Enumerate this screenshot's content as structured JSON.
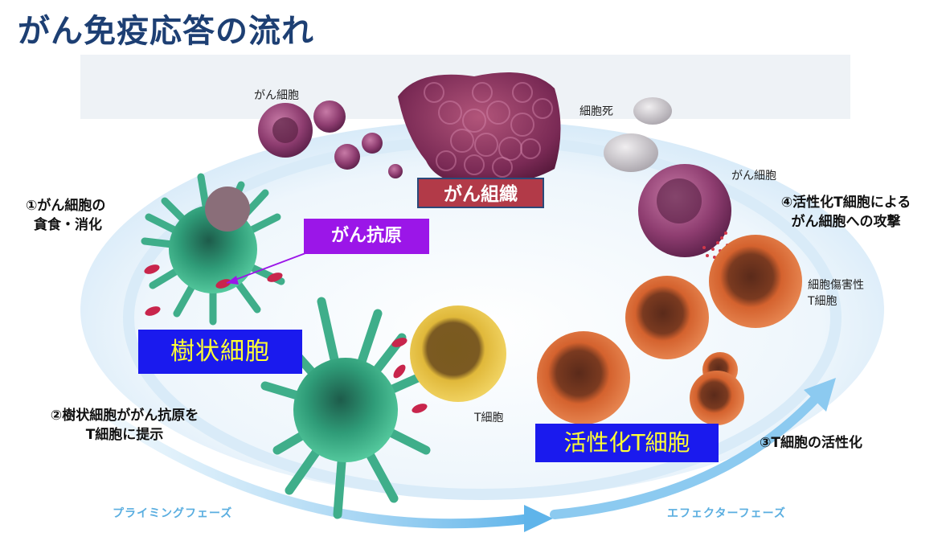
{
  "title": "がん免疫応答の流れ",
  "labels": {
    "cancer_cell_top": "がん細胞",
    "cell_death": "細胞死",
    "cancer_cell_right": "がん細胞",
    "ctl_line1": "細胞傷害性",
    "ctl_line2": "T細胞",
    "t_cell": "T細胞"
  },
  "boxes": {
    "cancer_tissue": "がん組織",
    "cancer_antigen": "がん抗原",
    "dendritic_cell": "樹状細胞",
    "activated_t_cell": "活性化T細胞"
  },
  "steps": {
    "step1_line1": "①がん細胞の",
    "step1_line2": "貪食・消化",
    "step2_line1": "②樹状細胞ががん抗原を",
    "step2_line2": "T細胞に提示",
    "step3": "③T細胞の活性化",
    "step4_line1": "④活性化T細胞による",
    "step4_line2": "がん細胞への攻撃"
  },
  "phases": {
    "priming": "プライミングフェーズ",
    "effector": "エフェクターフェーズ"
  },
  "colors": {
    "title": "#1d3f73",
    "cancer_tissue_box": "#b23a48",
    "antigen_box": "#9b16e8",
    "blue_box": "#1a1aee",
    "blue_box_text": "#ffff33",
    "phase_text": "#5aaee0"
  }
}
